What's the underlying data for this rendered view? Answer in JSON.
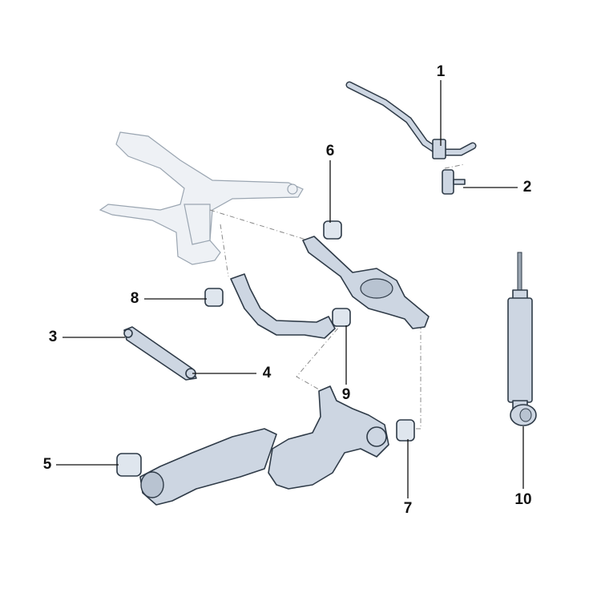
{
  "diagram": {
    "title": "Rear suspension components",
    "callouts": [
      {
        "id": "1",
        "part": "stabilizer-bar"
      },
      {
        "id": "2",
        "part": "coupling-rod"
      },
      {
        "id": "3",
        "part": "track-rod-inner"
      },
      {
        "id": "4",
        "part": "track-rod"
      },
      {
        "id": "5",
        "part": "trailing-arm-bush"
      },
      {
        "id": "6",
        "part": "wishbone-bush-inner"
      },
      {
        "id": "7",
        "part": "wheel-bearing-housing-bush"
      },
      {
        "id": "8",
        "part": "upper-arm-bush"
      },
      {
        "id": "9",
        "part": "wishbone-bush-outer"
      },
      {
        "id": "10",
        "part": "shock-absorber"
      }
    ],
    "colors": {
      "part": "#cdd6e2",
      "outline": "#2f3b48",
      "ghost": "#eef1f5"
    }
  }
}
